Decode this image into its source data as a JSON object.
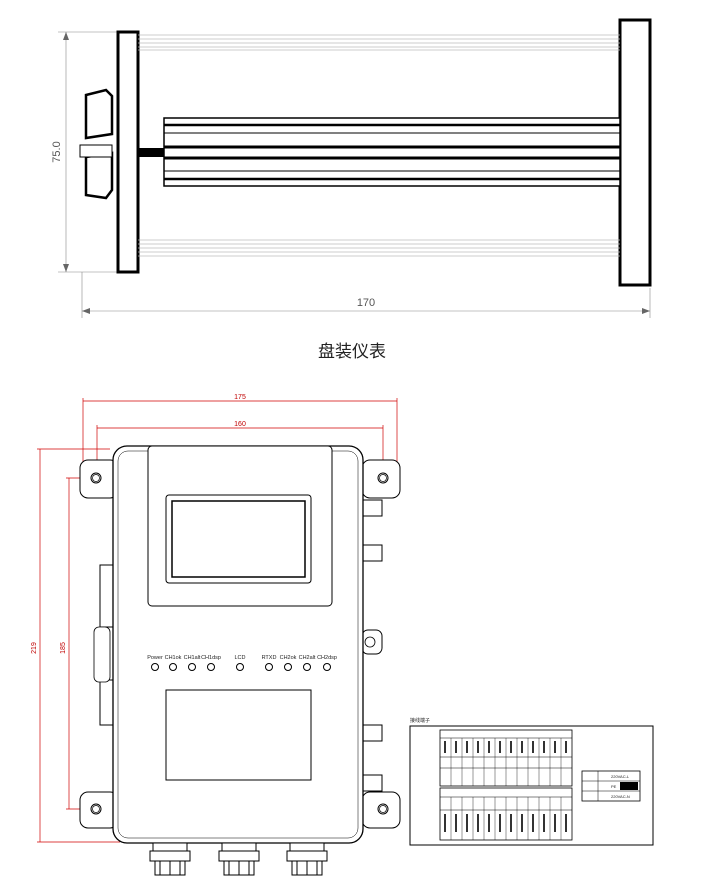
{
  "top_view": {
    "height_dim": "75.0",
    "width_dim": "170"
  },
  "caption": "盘装仪表",
  "front_view": {
    "dim_outer_width": "175",
    "dim_inner_width": "160",
    "dim_outer_height": "219",
    "dim_inner_height": "185",
    "leds": [
      {
        "label": "Power"
      },
      {
        "label": "CH1ok"
      },
      {
        "label": "CH1alt"
      },
      {
        "label": "CH1dsp"
      },
      {
        "label": "LCD"
      },
      {
        "label": "RTXD"
      },
      {
        "label": "CH2ok"
      },
      {
        "label": "CH2alt"
      },
      {
        "label": "CH2dsp"
      }
    ]
  },
  "terminal_panel": {
    "title": "接线端子",
    "power_labels": [
      "220VAC-L",
      "PE",
      "220VAC-N"
    ]
  }
}
